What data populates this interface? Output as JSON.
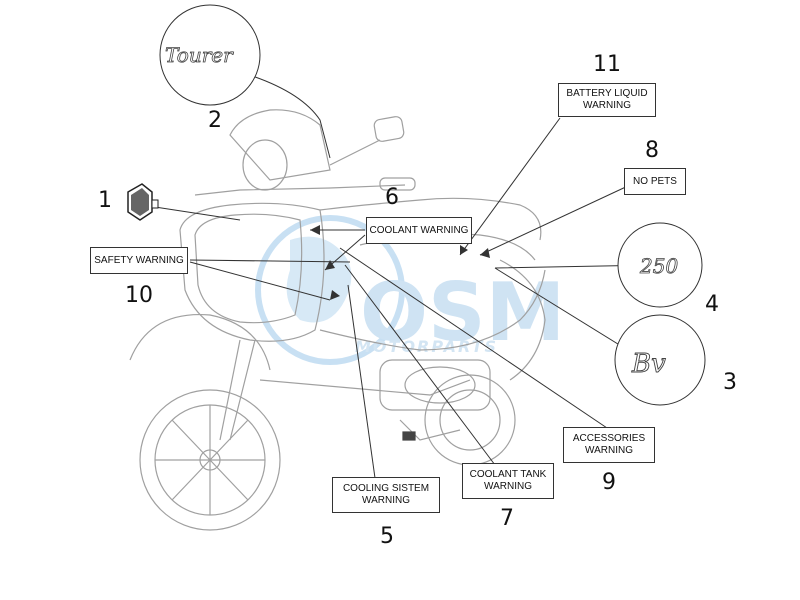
{
  "labels": {
    "l11": {
      "line1": "BATTERY LIQUID",
      "line2": "WARNING"
    },
    "l8": {
      "line1": "NO PETS"
    },
    "l6": {
      "line1": "COOLANT WARNING"
    },
    "l10": {
      "line1": "SAFETY WARNING"
    },
    "l9": {
      "line1": "ACCESSORIES",
      "line2": "WARNING"
    },
    "l7": {
      "line1": "COOLANT TANK",
      "line2": "WARNING"
    },
    "l5": {
      "line1": "COOLING SISTEM",
      "line2": "WARNING"
    }
  },
  "numbers": {
    "n1": "1",
    "n2": "2",
    "n3": "3",
    "n4": "4",
    "n5": "5",
    "n6": "6",
    "n7": "7",
    "n8": "8",
    "n9": "9",
    "n10": "10",
    "n11": "11"
  },
  "badges": {
    "tourer": "Tourer",
    "model_250": "250",
    "bv": "Bv"
  },
  "watermark": {
    "brand": "OSM",
    "sub": "MOTORPARTS"
  },
  "colors": {
    "line": "#333333",
    "scooter": "#aaaaaa",
    "watermark": "#9cc8ea"
  }
}
